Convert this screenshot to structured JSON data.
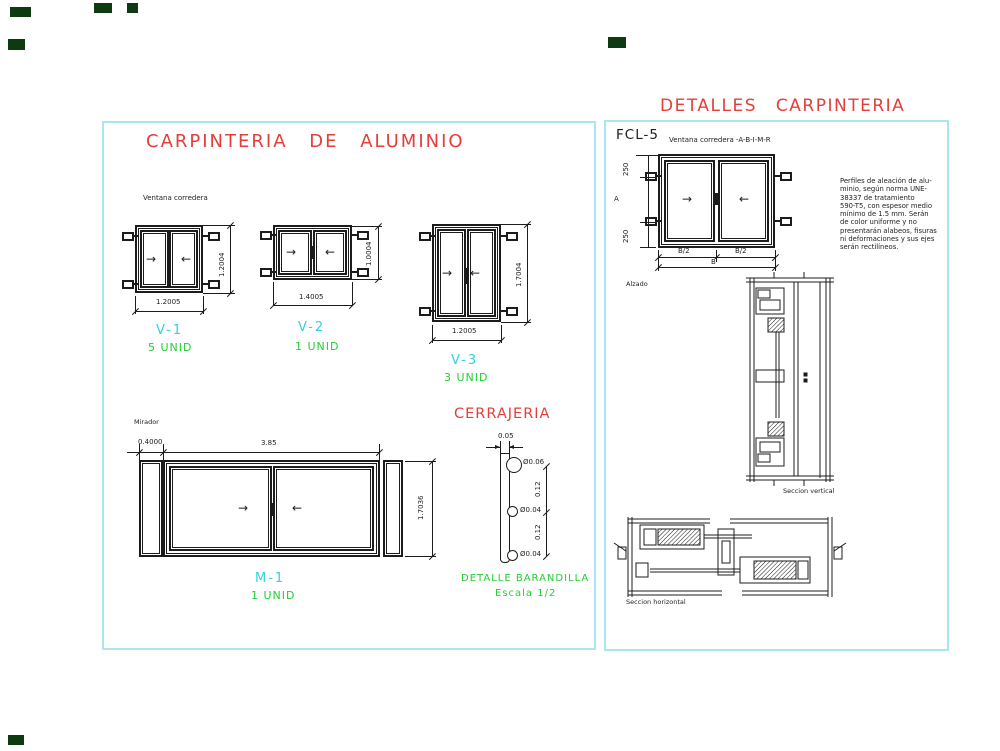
{
  "colors": {
    "accent_red": "#e23f3a",
    "label_cyan": "#2ed2e2",
    "label_green": "#22ce33",
    "panel_border_cyan": "#a9e6f2",
    "line_black": "#1c1c1c",
    "corner_mark_green": "#0e3a12"
  },
  "glyphs": {
    "arrow_right": "→",
    "arrow_left": "←"
  },
  "left_panel": {
    "title": "CARPINTERIA  DE  ALUMINIO",
    "section_label": "Ventana corredera",
    "windows": [
      {
        "id": "V-1",
        "units": "5 UNID",
        "width": "1.2005",
        "height": "1.2004"
      },
      {
        "id": "V-2",
        "units": "1 UNID",
        "width": "1.4005",
        "height": "1.0004"
      },
      {
        "id": "V-3",
        "units": "3 UNID",
        "width": "1.2005",
        "height": "1.7004"
      }
    ],
    "mirador": {
      "label": "Mirador",
      "id": "M-1",
      "units": "1 UNID",
      "dim_left": "0.4000",
      "dim_span": "3.85",
      "dim_height": "1.7036"
    },
    "cerrajeria": {
      "title": "CERRAJERIA",
      "dim_width": "0.05",
      "dia_top": "Ø0.06",
      "dia_mid": "Ø0.04",
      "dia_bot": "Ø0.04",
      "dim_gap1": "0.12",
      "dim_gap2": "0.12",
      "caption": "DETALLE BARANDILLA",
      "scale": "Escala 1/2"
    }
  },
  "right_panel": {
    "title": "DETALLES  CARPINTERIA",
    "code": "FCL-5",
    "subtitle": "Ventana corredera -A-B-I-M-R",
    "alzado": {
      "label": "Alzado",
      "dim_top": "250",
      "dim_a": "A",
      "dim_bottom": "250",
      "dim_b2_left": "B/2",
      "dim_b2_right": "B/2",
      "dim_b": "B"
    },
    "spec_text": "Perfiles de aleación de alu-\nminio, según norma UNE-\n38337 de tratamiento\n590-T5, con espesor medio\nmínimo de 1.5 mm. Serán\nde color uniforme y no\npresentarán alabeos, fisuras\nni deformaciones y sus ejes\nserán rectilíneos.",
    "seccion_vertical_label": "Seccion vertical",
    "seccion_horizontal_label": "Seccion horizontal"
  }
}
